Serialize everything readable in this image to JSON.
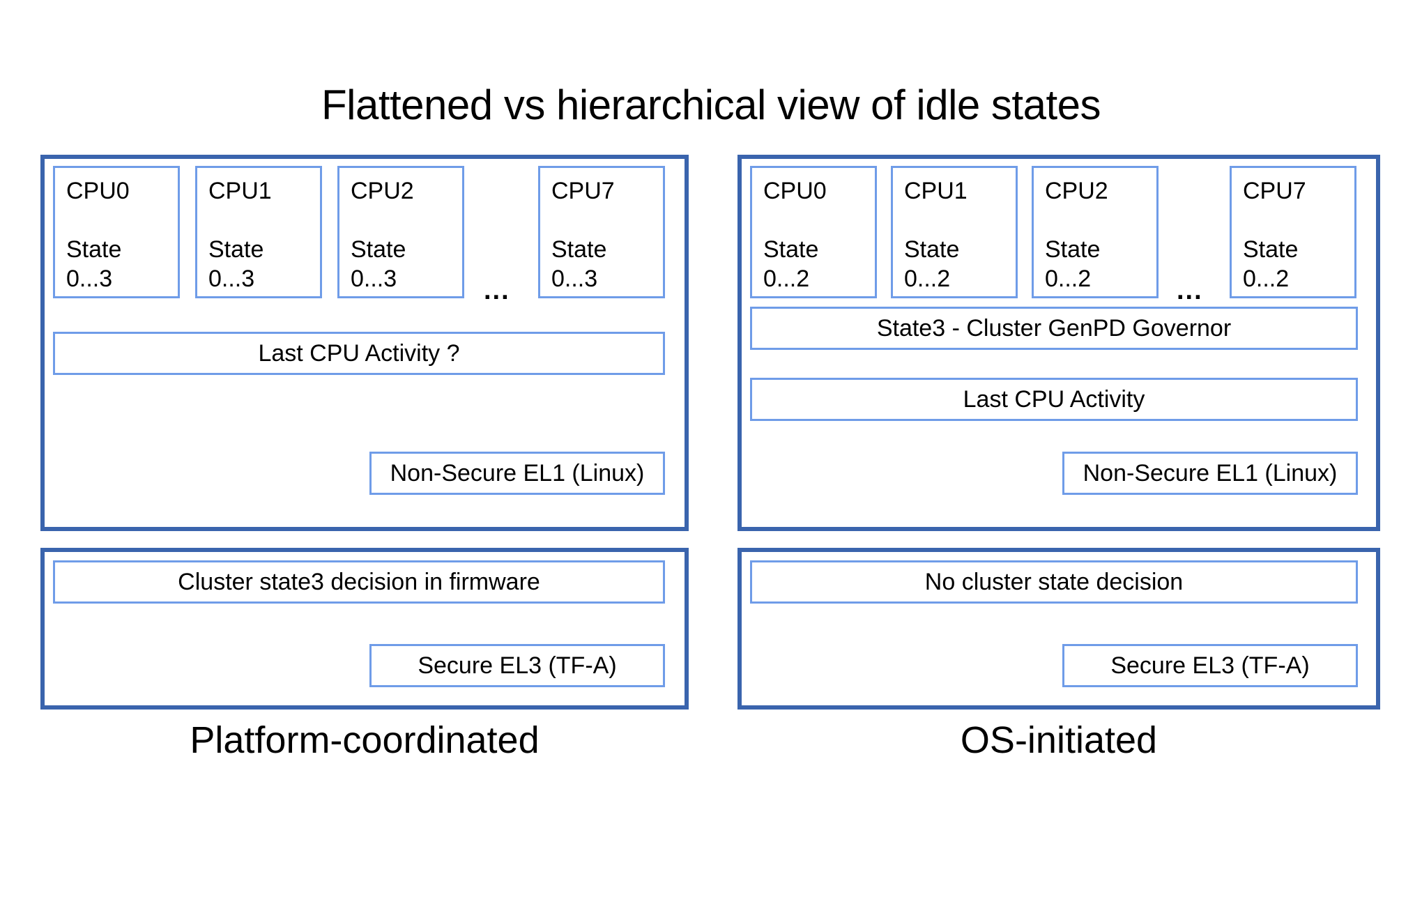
{
  "title": "Flattened vs hierarchical view of idle states",
  "colors": {
    "panel_border": "#3a64ad",
    "box_border": "#6f9ce8",
    "background": "#ffffff",
    "text": "#000000"
  },
  "left": {
    "caption": "Platform-coordinated",
    "os_panel": {
      "cpus": [
        {
          "name": "CPU0",
          "state_label": "State",
          "state_range": "0...3"
        },
        {
          "name": "CPU1",
          "state_label": "State",
          "state_range": "0...3"
        },
        {
          "name": "CPU2",
          "state_label": "State",
          "state_range": "0...3"
        },
        {
          "name": "CPU7",
          "state_label": "State",
          "state_range": "0...3"
        }
      ],
      "ellipsis": "...",
      "bars": [
        "Last CPU Activity ?"
      ],
      "level_label": "Non-Secure EL1 (Linux)"
    },
    "fw_panel": {
      "bars": [
        "Cluster state3 decision in firmware"
      ],
      "level_label": "Secure EL3 (TF-A)"
    }
  },
  "right": {
    "caption": "OS-initiated",
    "os_panel": {
      "cpus": [
        {
          "name": "CPU0",
          "state_label": "State",
          "state_range": "0...2"
        },
        {
          "name": "CPU1",
          "state_label": "State",
          "state_range": "0...2"
        },
        {
          "name": "CPU2",
          "state_label": "State",
          "state_range": "0...2"
        },
        {
          "name": "CPU7",
          "state_label": "State",
          "state_range": "0...2"
        }
      ],
      "ellipsis": "...",
      "bars": [
        "State3 - Cluster GenPD Governor",
        "Last CPU Activity"
      ],
      "level_label": "Non-Secure EL1 (Linux)"
    },
    "fw_panel": {
      "bars": [
        "No cluster state decision"
      ],
      "level_label": "Secure EL3 (TF-A)"
    }
  }
}
